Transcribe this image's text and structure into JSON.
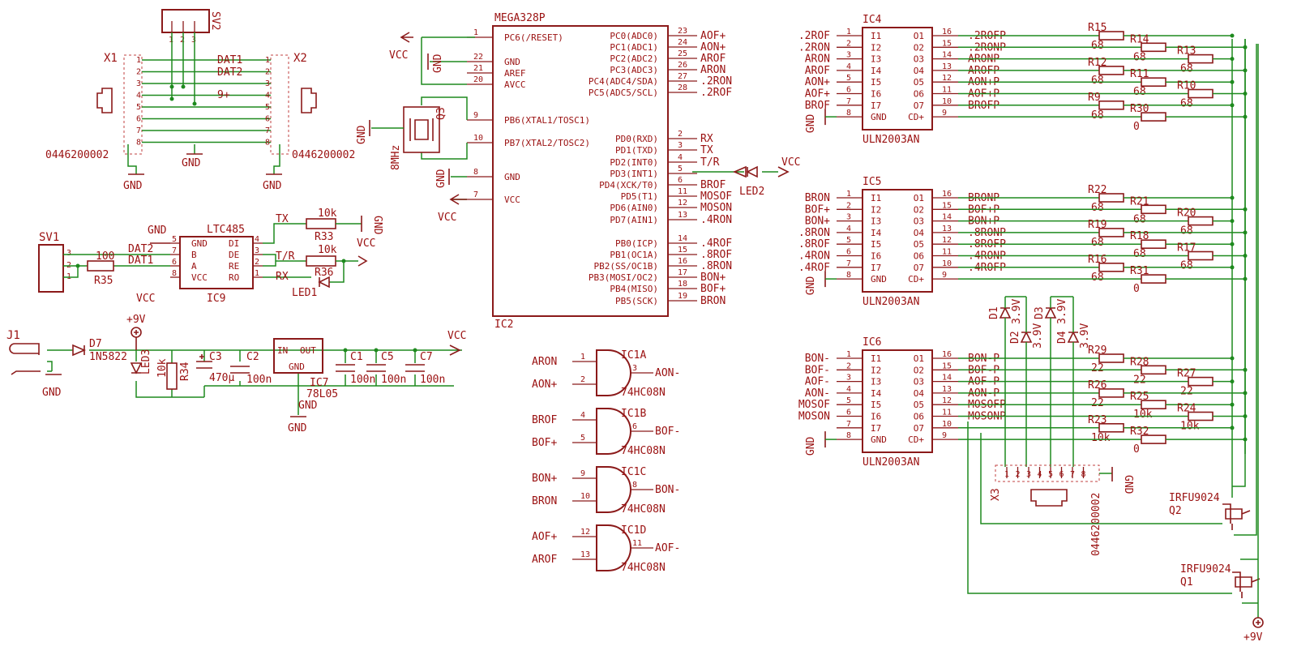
{
  "ic2": {
    "title": "MEGA328P",
    "ref": "IC2",
    "left": [
      {
        "pin": "1",
        "name": "PC6(/RESET)",
        "net": "VCC"
      },
      {
        "pin": "22",
        "name": "GND",
        "net": "GND"
      },
      {
        "pin": "21",
        "name": "AREF",
        "net": ""
      },
      {
        "pin": "20",
        "name": "AVCC",
        "net": ""
      },
      {
        "pin": "9",
        "name": "PB6(XTAL1/TOSC1)",
        "net": ""
      },
      {
        "pin": "10",
        "name": "PB7(XTAL2/TOSC2)",
        "net": ""
      },
      {
        "pin": "8",
        "name": "GND",
        "net": "GND"
      },
      {
        "pin": "7",
        "name": "VCC",
        "net": "VCC"
      }
    ],
    "right": [
      {
        "pin": "23",
        "name": "PC0(ADC0)",
        "net": "AOF+"
      },
      {
        "pin": "24",
        "name": "PC1(ADC1)",
        "net": "AON+"
      },
      {
        "pin": "25",
        "name": "PC2(ADC2)",
        "net": "AROF"
      },
      {
        "pin": "26",
        "name": "PC3(ADC3)",
        "net": "ARON"
      },
      {
        "pin": "27",
        "name": "PC4(ADC4/SDA)",
        "net": ".2RON"
      },
      {
        "pin": "28",
        "name": "PC5(ADC5/SCL)",
        "net": ".2ROF"
      },
      {
        "pin": "2",
        "name": "PD0(RXD)",
        "net": "RX"
      },
      {
        "pin": "3",
        "name": "PD1(TXD)",
        "net": "TX"
      },
      {
        "pin": "4",
        "name": "PD2(INT0)",
        "net": "T/R"
      },
      {
        "pin": "5",
        "name": "PD3(INT1)",
        "net": ""
      },
      {
        "pin": "6",
        "name": "PD4(XCK/T0)",
        "net": "BROF"
      },
      {
        "pin": "11",
        "name": "PD5(T1)",
        "net": "MOSOF"
      },
      {
        "pin": "12",
        "name": "PD6(AIN0)",
        "net": "MOSON"
      },
      {
        "pin": "13",
        "name": "PD7(AIN1)",
        "net": ".4RON"
      },
      {
        "pin": "14",
        "name": "PB0(ICP)",
        "net": ".4ROF"
      },
      {
        "pin": "15",
        "name": "PB1(OC1A)",
        "net": ".8ROF"
      },
      {
        "pin": "16",
        "name": "PB2(SS/OC1B)",
        "net": ".8RON"
      },
      {
        "pin": "17",
        "name": "PB3(MOSI/OC2)",
        "net": "BON+"
      },
      {
        "pin": "18",
        "name": "PB4(MISO)",
        "net": "BOF+"
      },
      {
        "pin": "19",
        "name": "PB5(SCK)",
        "net": "BRON"
      }
    ]
  },
  "uln": [
    {
      "ref": "IC4",
      "part": "ULN2003AN",
      "in": [
        ".2ROF",
        ".2RON",
        "ARON",
        "AROF",
        "AON+",
        "AOF+",
        "BROF"
      ],
      "out": [
        ".2ROFP",
        ".2RONP",
        "ARONP",
        "AROFP",
        "AON+P",
        "AOF+P",
        "BROFP"
      ]
    },
    {
      "ref": "IC5",
      "part": "ULN2003AN",
      "in": [
        "BRON",
        "BOF+",
        "BON+",
        ".8RON",
        ".8ROF",
        ".4RON",
        ".4ROF"
      ],
      "out": [
        "BRONP",
        "BOF+P",
        "BON+P",
        ".8RONP",
        ".8ROFP",
        ".4RONP",
        ".4ROFP"
      ]
    },
    {
      "ref": "IC6",
      "part": "ULN2003AN",
      "in": [
        "BON-",
        "BOF-",
        "AOF-",
        "AON-",
        "MOSOF",
        "MOSON",
        ""
      ],
      "out": [
        "BON-P",
        "BOF-P",
        "AOF-P",
        "AON-P",
        "MOSOFP",
        "MOSONP",
        ""
      ]
    }
  ],
  "uln_pins": {
    "left": [
      "I1",
      "I2",
      "I3",
      "I4",
      "I5",
      "I6",
      "I7",
      "GND"
    ],
    "right": [
      "O1",
      "O2",
      "O3",
      "O4",
      "O5",
      "O6",
      "O7",
      "CD+"
    ],
    "lnum": [
      "1",
      "2",
      "3",
      "4",
      "5",
      "6",
      "7",
      "8"
    ],
    "rnum": [
      "16",
      "15",
      "14",
      "13",
      "12",
      "11",
      "10",
      "9"
    ]
  },
  "res_ic4": [
    {
      "r": "R15",
      "v": "68"
    },
    {
      "r": "R14",
      "v": "68"
    },
    {
      "r": "R13",
      "v": "68"
    },
    {
      "r": "R12",
      "v": "68"
    },
    {
      "r": "R11",
      "v": "68"
    },
    {
      "r": "R10",
      "v": "68"
    },
    {
      "r": "R9",
      "v": "68"
    },
    {
      "r": "R30",
      "v": "0"
    }
  ],
  "res_ic5": [
    {
      "r": "R22",
      "v": "68"
    },
    {
      "r": "R21",
      "v": "68"
    },
    {
      "r": "R20",
      "v": "68"
    },
    {
      "r": "R19",
      "v": "68"
    },
    {
      "r": "R18",
      "v": "68"
    },
    {
      "r": "R17",
      "v": "68"
    },
    {
      "r": "R16",
      "v": "68"
    },
    {
      "r": "R31",
      "v": "0"
    }
  ],
  "res_ic6": [
    {
      "r": "R29",
      "v": "22"
    },
    {
      "r": "R28",
      "v": "22"
    },
    {
      "r": "R27",
      "v": "22"
    },
    {
      "r": "R26",
      "v": "22"
    },
    {
      "r": "R25",
      "v": "10k"
    },
    {
      "r": "R24",
      "v": "10k"
    },
    {
      "r": "R23",
      "v": "10k"
    },
    {
      "r": "R32",
      "v": "0"
    }
  ],
  "gates": [
    {
      "ref": "IC1A",
      "a": "ARON",
      "an": "1",
      "b": "AON+",
      "bn": "2",
      "o": "AON-",
      "on": "3",
      "part": "74HC08N"
    },
    {
      "ref": "IC1B",
      "a": "BROF",
      "an": "4",
      "b": "BOF+",
      "bn": "5",
      "o": "BOF-",
      "on": "6",
      "part": "74HC08N"
    },
    {
      "ref": "IC1C",
      "a": "BON+",
      "an": "9",
      "b": "BRON",
      "bn": "10",
      "o": "BON-",
      "on": "8",
      "part": "74HC08N"
    },
    {
      "ref": "IC1D",
      "a": "AOF+",
      "an": "12",
      "b": "AROF",
      "bn": "13",
      "o": "AOF-",
      "on": "11",
      "part": "74HC08N"
    }
  ],
  "ic9": {
    "title": "LTC485",
    "ref": "IC9",
    "left": [
      {
        "pin": "5",
        "name": "GND"
      },
      {
        "pin": "7",
        "name": "B"
      },
      {
        "pin": "6",
        "name": "A"
      },
      {
        "pin": "8",
        "name": "VCC"
      }
    ],
    "right": [
      {
        "pin": "4",
        "name": "DI"
      },
      {
        "pin": "3",
        "name": "DE"
      },
      {
        "pin": "2",
        "name": "RE"
      },
      {
        "pin": "1",
        "name": "RO"
      }
    ]
  },
  "labels": {
    "vcc": "VCC",
    "gnd": "GND",
    "p9v": "+9V",
    "x1": "X1",
    "x2": "X2",
    "x3": "X3",
    "conn": "0446200002",
    "sv1": "SV1",
    "sv2": "SV2",
    "dat1": "DAT1",
    "dat2": "DAT2",
    "nine": "9+",
    "tx": "TX",
    "rx": "RX",
    "tr": "T/R",
    "r33": "R33",
    "r36": "R36",
    "r35": "R35",
    "k10": "10k",
    "v100": "100",
    "led1": "LED1",
    "led2": "LED2",
    "led3": "LED3",
    "q3": "Q3",
    "mhz": "8MHz",
    "j1": "J1",
    "d7": "D7",
    "d7v": "1N5822",
    "r34": "R34",
    "c3": "C3",
    "c3v": "470µ",
    "c2": "C2",
    "c2v": "100n",
    "ic7": "IC7",
    "ic7v": "78L05",
    "in": "IN",
    "out": "OUT",
    "c1": "C1",
    "c5": "C5",
    "c7": "C7",
    "n100": "100n",
    "d1": "D1",
    "d2": "D2",
    "d3": "D3",
    "d4": "D4",
    "zener": "3.9V",
    "q2": "Q2",
    "q1": "Q1",
    "irfu": "IRFU9024",
    "uln_gnd": "GND",
    "uln_cd": "CD+"
  }
}
